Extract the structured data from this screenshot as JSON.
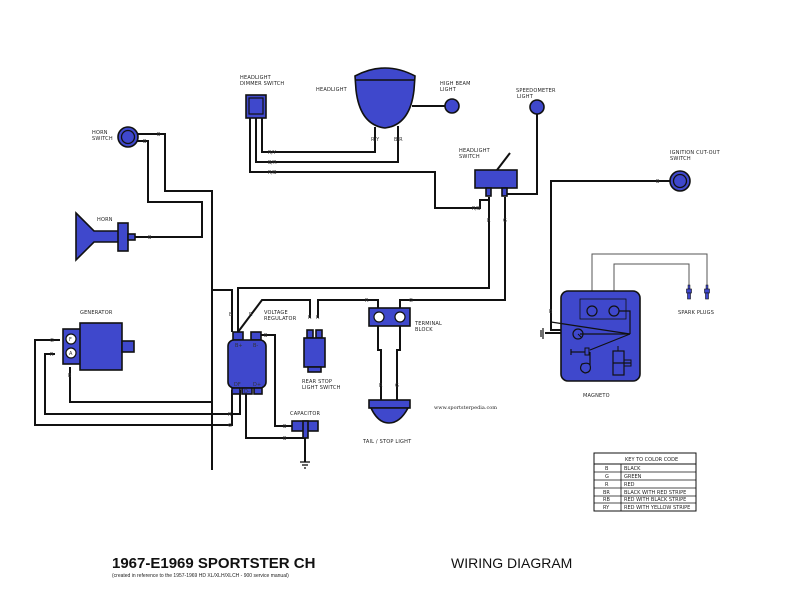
{
  "colors": {
    "component": "#3f48cc",
    "wire": "#111111",
    "background": "#ffffff"
  },
  "title": {
    "main": "1967-E1969 SPORTSTER CH",
    "subtitle": "(created in reference to the 1957-1969 HD XL/XLH/XLCH - 900 service manual)",
    "right": "WIRING DIAGRAM"
  },
  "website": "www.sportsterpedia.com",
  "components": {
    "headlight_dimmer_switch": "HEADLIGHT DIMMER SWITCH",
    "headlight": "HEADLIGHT",
    "high_beam_light": "HIGH BEAM LIGHT",
    "speedometer_light": "SPEEDOMETER LIGHT",
    "headlight_switch": "HEADLIGHT SWITCH",
    "ignition_cutout_switch": "IGNITION CUT-OUT SWITCH",
    "horn_switch": "HORN SWITCH",
    "horn": "HORN",
    "generator": "GENERATOR",
    "voltage_regulator": "VOLTAGE REGULATOR",
    "rear_stop_light_switch": "REAR STOP LIGHT SWITCH",
    "terminal_block": "TERMINAL BLOCK",
    "tail_stop_light": "TAIL / STOP LIGHT",
    "capacitor": "CAPACITOR",
    "spark_plugs": "SPARK PLUGS",
    "magneto": "MAGNETO"
  },
  "wire_labels": {
    "ry": "R/Y",
    "br": "B/R",
    "rb": "R/B",
    "b": "B",
    "r": "R",
    "g": "G"
  },
  "generator_terminals": {
    "f": "F",
    "a": "A"
  },
  "regulator_terminals": {
    "bplus": "B+",
    "bminus": "B-",
    "df": "DF",
    "dplus": "D+",
    "dminus": "D-"
  },
  "key": {
    "title": "KEY TO COLOR CODE",
    "rows": [
      {
        "code": "B",
        "color": "BLACK"
      },
      {
        "code": "G",
        "color": "GREEN"
      },
      {
        "code": "R",
        "color": "RED"
      },
      {
        "code": "BR",
        "color": "BLACK WITH RED STRIPE"
      },
      {
        "code": "RB",
        "color": "RED WITH BLACK STRIPE"
      },
      {
        "code": "RY",
        "color": "RED WITH YELLOW STRIPE"
      }
    ]
  }
}
